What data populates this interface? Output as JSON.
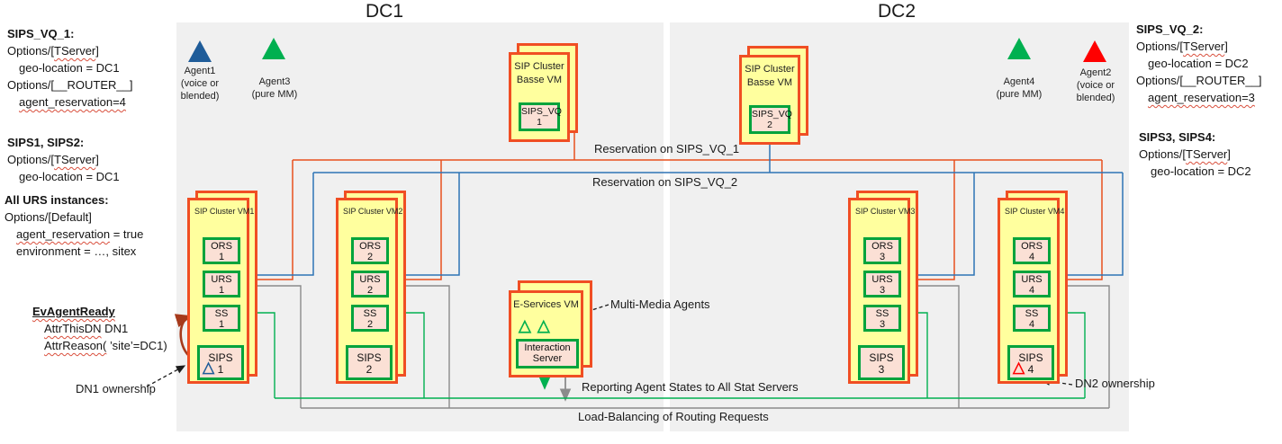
{
  "titles": {
    "dc1": "DC1",
    "dc2": "DC2"
  },
  "colors": {
    "panel_bg": "#f0f0f0",
    "vm_fill": "#ffff9e",
    "vm_border_orange": "#f04e23",
    "component_fill": "#fbe0d5",
    "component_border_green": "#00a33c",
    "line_reservation_vq1_orange": "#e8501e",
    "line_reservation_vq2_blue": "#2e74b5",
    "line_reporting_green": "#00b050",
    "line_load_balancing_gray": "#8b8b8b",
    "curved_arrow_dark_red": "#a63a1c",
    "agent_blue": "#1f5c99",
    "agent_green": "#00b050",
    "agent_red": "#ff0000"
  },
  "notes_left": {
    "b1_title": "SIPS_VQ_1:",
    "b1_l1a": "Options/[",
    "b1_l1b": "TServer",
    "b1_l1c": "]",
    "b1_l2": "geo-location = DC1",
    "b1_l3": "Options/[__ROUTER__]",
    "b1_l4": "agent_reservation=4",
    "b2_title": "SIPS1, SIPS2:",
    "b2_l1a": "Options/[",
    "b2_l1b": "TServer",
    "b2_l1c": "]",
    "b2_l2": "geo-location = DC1",
    "b3_title": "All URS instances:",
    "b3_l1": "Options/[Default]",
    "b3_l2a": "agent_reservation",
    "b3_l2b": " = true",
    "b3_l3": "environment  = …, sitex",
    "b4_title": "EvAgentReady",
    "b4_l1a": "AttrThisDN",
    "b4_l1b": " DN1",
    "b4_l2a": "AttrReason(",
    "b4_l2b": " ’site’=DC1)"
  },
  "notes_right": {
    "b1_title": "SIPS_VQ_2:",
    "b1_l1a": "Options/[",
    "b1_l1b": "TServer",
    "b1_l1c": "]",
    "b1_l2": "geo-location = DC2",
    "b1_l3": "Options/[__ROUTER__]",
    "b1_l4": "agent_reservation=3",
    "b2_title": "SIPS3, SIPS4:",
    "b2_l1a": "Options/[",
    "b2_l1b": "TServer",
    "b2_l1c": "]",
    "b2_l2": "geo-location = DC2"
  },
  "agents": {
    "a1": {
      "name": "Agent1",
      "desc": "(voice or blended)"
    },
    "a3": {
      "name": "Agent3",
      "desc": "(pure MM)"
    },
    "a4": {
      "name": "Agent4",
      "desc": "(pure MM)"
    },
    "a2": {
      "name": "Agent2",
      "desc": "(voice or blended)"
    }
  },
  "basse_vm1": {
    "label": "SIP Cluster Basse VM",
    "inner_name": "SIPS_VQ",
    "inner_num": "1"
  },
  "basse_vm2": {
    "label": "SIP Cluster Basse VM",
    "inner_name": "SIPS_VQ",
    "inner_num": "2"
  },
  "clusters": [
    {
      "label": "SIP Cluster VM1",
      "ors": "ORS",
      "ors_n": "1",
      "urs": "URS",
      "urs_n": "1",
      "ss": "SS",
      "ss_n": "1",
      "sips": "SIPS",
      "sips_n": "1"
    },
    {
      "label": "SIP Cluster VM2",
      "ors": "ORS",
      "ors_n": "2",
      "urs": "URS",
      "urs_n": "2",
      "ss": "SS",
      "ss_n": "2",
      "sips": "SIPS",
      "sips_n": "2"
    },
    {
      "label": "SIP Cluster VM3",
      "ors": "ORS",
      "ors_n": "3",
      "urs": "URS",
      "urs_n": "3",
      "ss": "SS",
      "ss_n": "3",
      "sips": "SIPS",
      "sips_n": "3"
    },
    {
      "label": "SIP Cluster VM4",
      "ors": "ORS",
      "ors_n": "4",
      "urs": "URS",
      "urs_n": "4",
      "ss": "SS",
      "ss_n": "4",
      "sips": "SIPS",
      "sips_n": "4"
    }
  ],
  "eservices": {
    "label": "E-Services VM",
    "triangles": "△ △",
    "inner_l1": "Interaction",
    "inner_l2": "Server"
  },
  "ownership_triangles": {
    "vm1": "△",
    "vm4": "△"
  },
  "buses": {
    "vq1": "Reservation on SIPS_VQ_1",
    "vq2": "Reservation on SIPS_VQ_2",
    "reporting": "Reporting Agent States to All Stat Servers",
    "load_balancing": "Load-Balancing of Routing Requests"
  },
  "callouts": {
    "mm": "Multi-Media Agents",
    "dn1": "DN1 ownership",
    "dn2": "DN2 ownership"
  }
}
